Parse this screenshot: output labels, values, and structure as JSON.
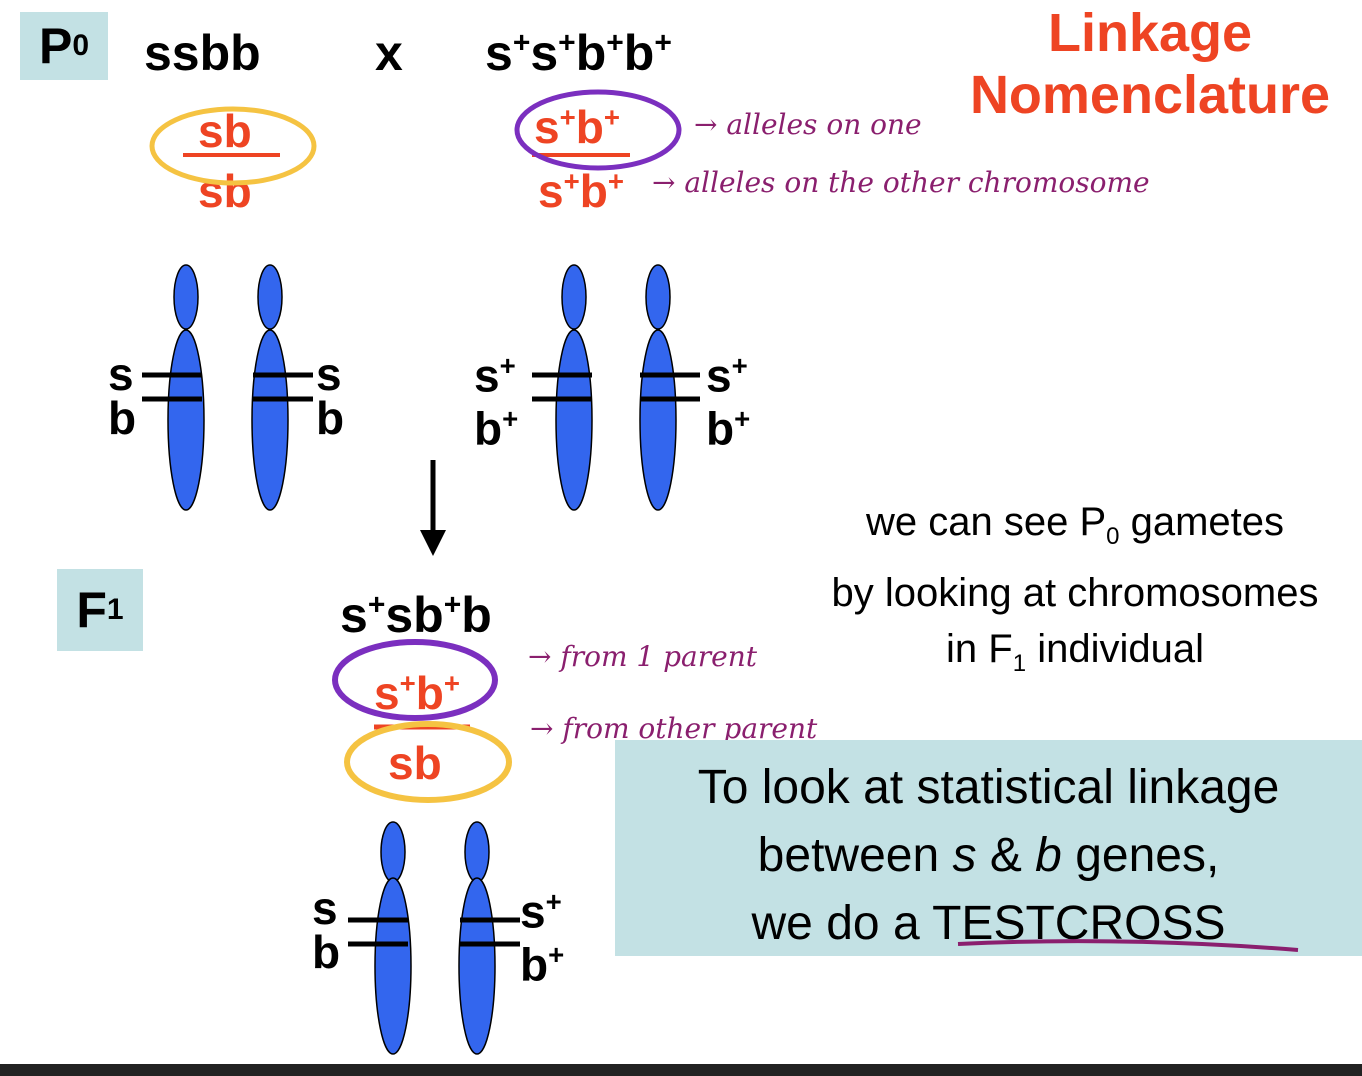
{
  "title": {
    "line1": "Linkage",
    "line2": "Nomenclature"
  },
  "p0": {
    "label": "P",
    "label_sub": "0",
    "left_genotype": "ssbb",
    "cross": "x",
    "right_genotype_parts": [
      "s",
      "+",
      "s",
      "+",
      "b",
      "+",
      "b",
      "+"
    ],
    "left_top": "sb",
    "left_bottom": "sb",
    "right_top": [
      "s",
      "+",
      "b",
      "+"
    ],
    "right_bottom": [
      "s",
      "+",
      "b",
      "+"
    ],
    "note_top": "→ alleles on one",
    "note_bottom": "→ alleles on the other chromosome",
    "left_pair": {
      "s": "s",
      "b": "b"
    },
    "right_pair": {
      "s": "s",
      "b": "b",
      "plus": "+"
    }
  },
  "f1": {
    "label": "F",
    "label_sub": "1",
    "genotype_parts": [
      "s",
      "+",
      "s",
      "b",
      "+",
      "b"
    ],
    "top": [
      "s",
      "+",
      "b",
      "+"
    ],
    "bottom": "sb",
    "note_top": "→ from 1 parent",
    "note_bottom": "→ from other parent",
    "pair": {
      "s": "s",
      "b": "b",
      "plus": "+"
    }
  },
  "caption": {
    "line1_pre": "we can see P",
    "line1_sub": "0",
    "line1_post": " gametes",
    "line2": "by looking at chromosomes",
    "line3_pre": "in F",
    "line3_sub": "1",
    "line3_post": " individual"
  },
  "testcross": {
    "line1": "To look at statistical linkage",
    "line2_pre": "between ",
    "line2_s": "s",
    "line2_mid": " & ",
    "line2_b": "b",
    "line2_post": " genes,",
    "line3_pre": "we do a ",
    "line3_keyword": "TESTCROSS"
  },
  "colors": {
    "chromosome": "#3366ee",
    "allele": "#ee4423",
    "yellow_ring": "#f5c342",
    "purple_ring": "#7b2fbf",
    "handwriting": "#8a1f6e",
    "box": "#c3e1e4"
  }
}
